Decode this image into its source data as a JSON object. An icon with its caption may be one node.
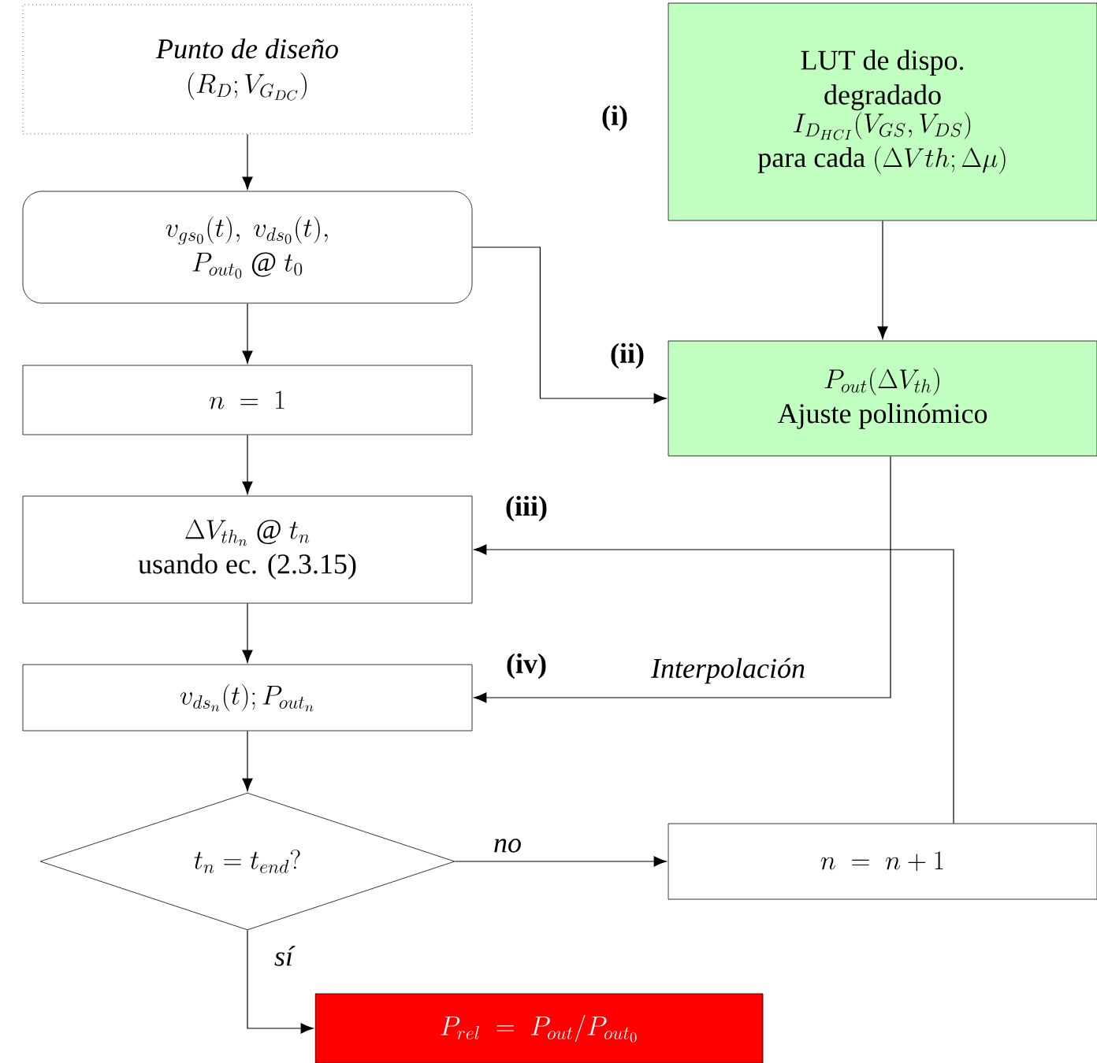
{
  "diagram": {
    "nodes": [
      {
        "text": [
          "Punto de diseño",
          "(R_D;V_{G_{DC}})"
        ]
      },
      {
        "text": [
          "v_{gs_0}(t),\\ v_{ds_0}(t),",
          "P_{out_0}\\ @\\ t_0"
        ]
      },
      {
        "text": [
          "n\\ =\\ 1"
        ]
      },
      {
        "text": [
          "\\Delta V_{th_n}\\ @\\ t_n",
          "usando ec. (2.3.15)"
        ],
        "beside": [
          "(iii)"
        ]
      },
      {
        "text": [
          "v_{ds_n}(t);P_{out_n}"
        ],
        "beside": [
          "(iv)"
        ]
      },
      {
        "text": [
          "t_n=t_{end}?"
        ]
      },
      {
        "text": [
          "P_{rel}\\ =\\ P_{out}/P_{out_0}"
        ]
      },
      {
        "text": [
          "LUT de dispo. degradado",
          "I_{D_{HCI}}(V_{GS},V_{DS})",
          "\\text{para cada }(\\Delta Vth;\\Delta\\mu)"
        ],
        "beside": [
          "(i)"
        ]
      },
      {
        "text": [
          "P_{out}(\\Delta V_{th})",
          "Ajuste polinómico"
        ],
        "beside": [
          "(ii)"
        ]
      },
      {
        "text": [
          "n\\ =\\ n+1"
        ]
      }
    ],
    "edges": [
      {
        "from": 0,
        "to": 1,
        "arrow": "to"
      },
      {
        "from": 1,
        "to": 2,
        "arrow": "to"
      },
      {
        "from": 2,
        "to": 3,
        "arrow": "to"
      },
      {
        "from": 3,
        "to": 4,
        "arrow": "to"
      },
      {
        "from": 4,
        "to": 5,
        "arrow": "to"
      },
      {
        "from": 5,
        "to": 9,
        "arrow": "to",
        "label": "no"
      },
      {
        "from": 5,
        "to": 6,
        "arrow": "to",
        "label": "sí"
      },
      {
        "from": 9,
        "to": 3,
        "arrow": "to"
      },
      {
        "from": 7,
        "to": 8,
        "arrow": "to"
      },
      {
        "from": 1,
        "to": 8,
        "arrow": "to"
      },
      {
        "from": 8,
        "to": 4,
        "arrow": "to",
        "label": "Interpolación"
      }
    ]
  }
}
